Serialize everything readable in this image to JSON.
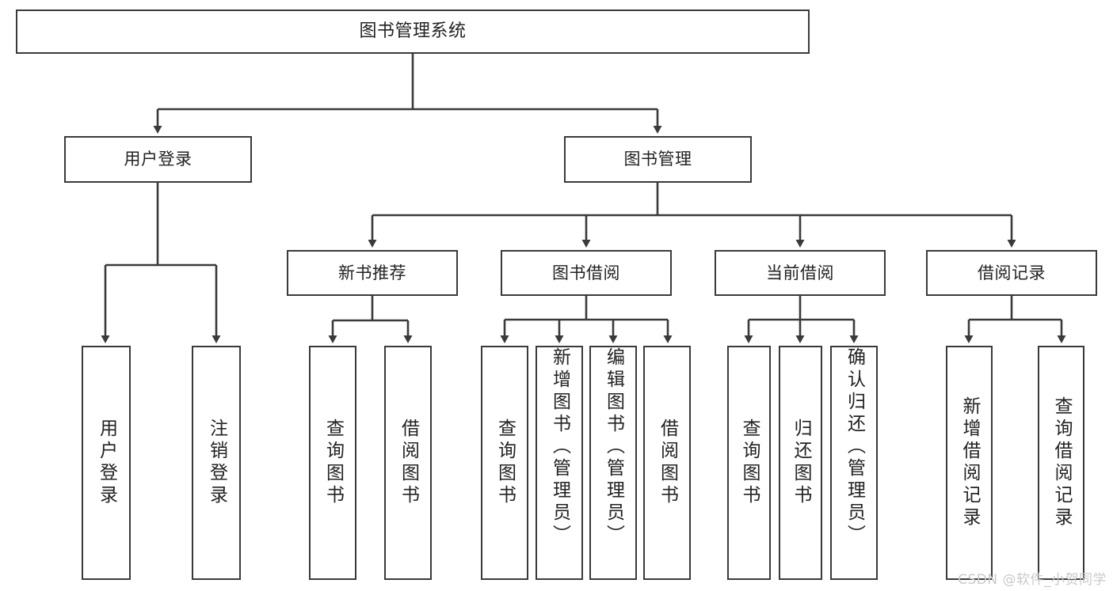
{
  "diagram": {
    "title": "图书管理系统",
    "type": "hierarchy-tree",
    "colors": {
      "background": "#ffffff",
      "box_border": "#3a3a3a",
      "connector": "#3a3a3a",
      "text": "#222222",
      "watermark": "#c9c9c9"
    },
    "levels": {
      "root": {
        "label": "图书管理系统"
      },
      "branches": [
        {
          "label": "用户登录"
        },
        {
          "label": "图书管理"
        }
      ],
      "sub_branches": [
        {
          "label": "新书推荐"
        },
        {
          "label": "图书借阅"
        },
        {
          "label": "当前借阅"
        },
        {
          "label": "借阅记录"
        }
      ],
      "leaves": {
        "user_login": [
          {
            "label": "用户登录"
          },
          {
            "label": "注销登录"
          }
        ],
        "new_book_recommend": [
          {
            "label": "查询图书"
          },
          {
            "label": "借阅图书"
          }
        ],
        "book_borrow": [
          {
            "label": "查询图书"
          },
          {
            "label": "新增图书（管理员）"
          },
          {
            "label": "编辑图书（管理员）"
          },
          {
            "label": "借阅图书"
          }
        ],
        "current_borrow": [
          {
            "label": "查询图书"
          },
          {
            "label": "归还图书"
          },
          {
            "label": "确认归还（管理员）"
          }
        ],
        "borrow_record": [
          {
            "label": "新增借阅记录"
          },
          {
            "label": "查询借阅记录"
          }
        ]
      }
    },
    "watermark": "CSDN @软件_小贺同学"
  }
}
